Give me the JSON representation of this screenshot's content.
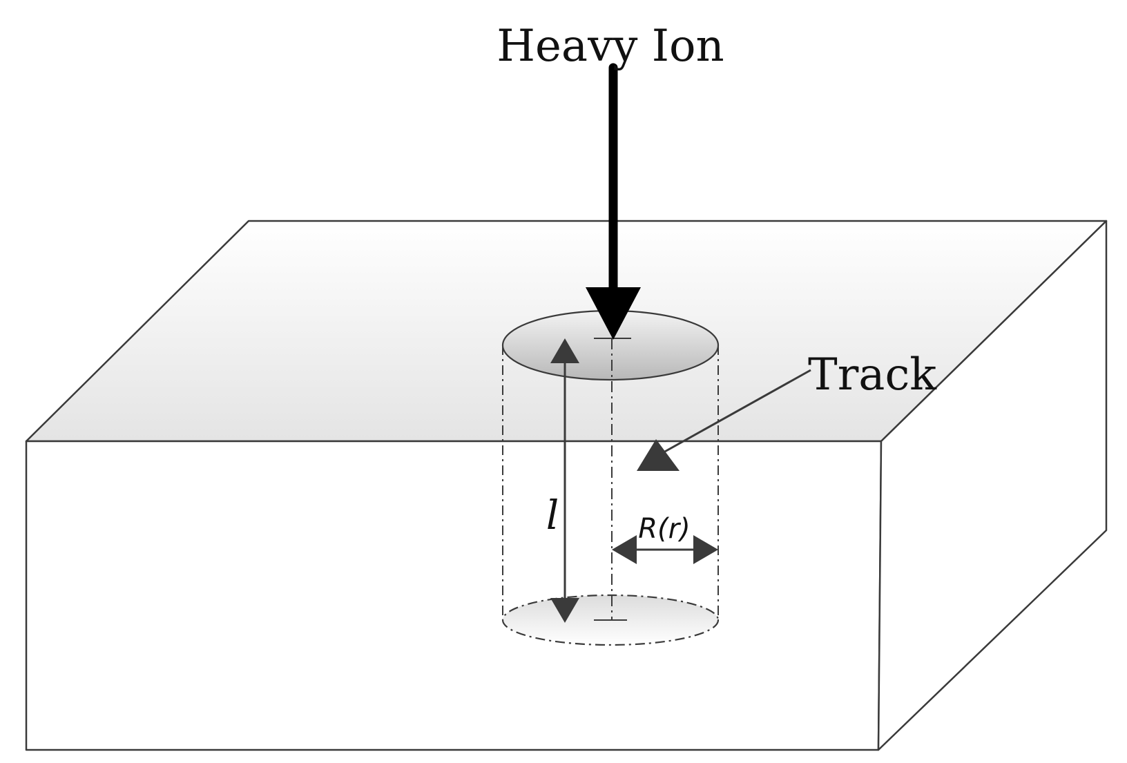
{
  "labels": {
    "heavy_ion": "Heavy Ion",
    "track": "Track",
    "length": "l",
    "radius": "R(r)"
  },
  "colors": {
    "outline": "#3a3a3a",
    "arrow": "#000000",
    "dimension_arrow": "#3a3a3a",
    "top_face_light": "#ffffff",
    "top_face_dark": "#e6e6e6",
    "track_top_light": "#f4f4f4",
    "track_top_dark": "#bdbdbd"
  }
}
